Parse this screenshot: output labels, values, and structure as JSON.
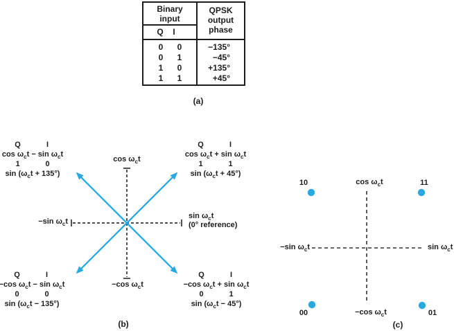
{
  "figure": {
    "accent_color": "#29a9e0",
    "ink_color": "#1c1c1c"
  },
  "truth_table": {
    "binary_header": [
      "Binary",
      "input"
    ],
    "q_col": "Q",
    "i_col": "I",
    "output_header": [
      "QPSK",
      "output",
      "phase"
    ],
    "rows": [
      {
        "q": "0",
        "i": "0",
        "phase": "−135°"
      },
      {
        "q": "0",
        "i": "1",
        "phase": "−45°"
      },
      {
        "q": "1",
        "i": "0",
        "phase": "+135°"
      },
      {
        "q": "1",
        "i": "1",
        "phase": "+45°"
      }
    ],
    "caption": "(a)"
  },
  "phasor_diagram": {
    "axis_top_label": [
      "cos ω",
      "c",
      "t"
    ],
    "axis_bottom_label": [
      "−cos ω",
      "c",
      "t"
    ],
    "axis_left_label": [
      "−sin ω",
      "c",
      "t"
    ],
    "axis_right_label": [
      "sin ω",
      "c",
      "t"
    ],
    "axis_right_sublabel": "(0° reference)",
    "caption": "(b)",
    "quadrants": {
      "top_left": {
        "q_label": "Q",
        "i_label": "I",
        "expression": [
          "cos ω",
          "c",
          "t − sin ω",
          "c",
          "t"
        ],
        "q_bit": "1",
        "i_bit": "0",
        "phase": [
          "sin (ω",
          "c",
          "t + 135°)"
        ]
      },
      "top_right": {
        "q_label": "Q",
        "i_label": "I",
        "expression": [
          "cos ω",
          "c",
          "t + sin ω",
          "c",
          "t"
        ],
        "q_bit": "1",
        "i_bit": "1",
        "phase": [
          "sin (ω",
          "c",
          "t + 45°)"
        ]
      },
      "bottom_left": {
        "q_label": "Q",
        "i_label": "I",
        "expression": [
          "−cos ω",
          "c",
          "t − sin ω",
          "c",
          "t"
        ],
        "q_bit": "0",
        "i_bit": "0",
        "phase": [
          "sin (ω",
          "c",
          "t − 135°)"
        ]
      },
      "bottom_right": {
        "q_label": "Q",
        "i_label": "I",
        "expression": [
          "−cos ω",
          "c",
          "t + sin ω",
          "c",
          "t"
        ],
        "q_bit": "0",
        "i_bit": "1",
        "phase": [
          "sin (ω",
          "c",
          "t − 45°)"
        ]
      }
    }
  },
  "constellation_diagram": {
    "axis_top_label": [
      "cos ω",
      "c",
      "t"
    ],
    "axis_bottom_label": [
      "−cos ω",
      "c",
      "t"
    ],
    "axis_left_label": [
      "−sin ω",
      "c",
      "t"
    ],
    "axis_right_label": [
      "sin ω",
      "c",
      "t"
    ],
    "points": [
      {
        "label": "10",
        "position": "top-left"
      },
      {
        "label": "11",
        "position": "top-right"
      },
      {
        "label": "00",
        "position": "bottom-left"
      },
      {
        "label": "01",
        "position": "bottom-right"
      }
    ],
    "caption": "(c)"
  }
}
